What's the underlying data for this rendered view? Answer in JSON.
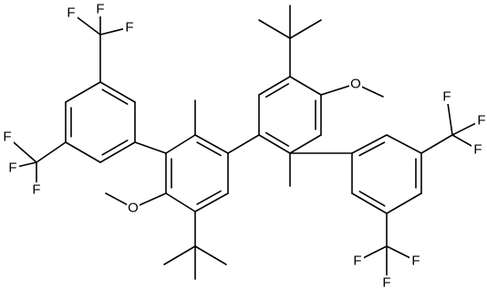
{
  "diagram": {
    "type": "skeletal-structure",
    "background": "#ffffff",
    "line_color": "#000000",
    "labels": {
      "fluorine": "F",
      "oxygen": "O"
    }
  }
}
